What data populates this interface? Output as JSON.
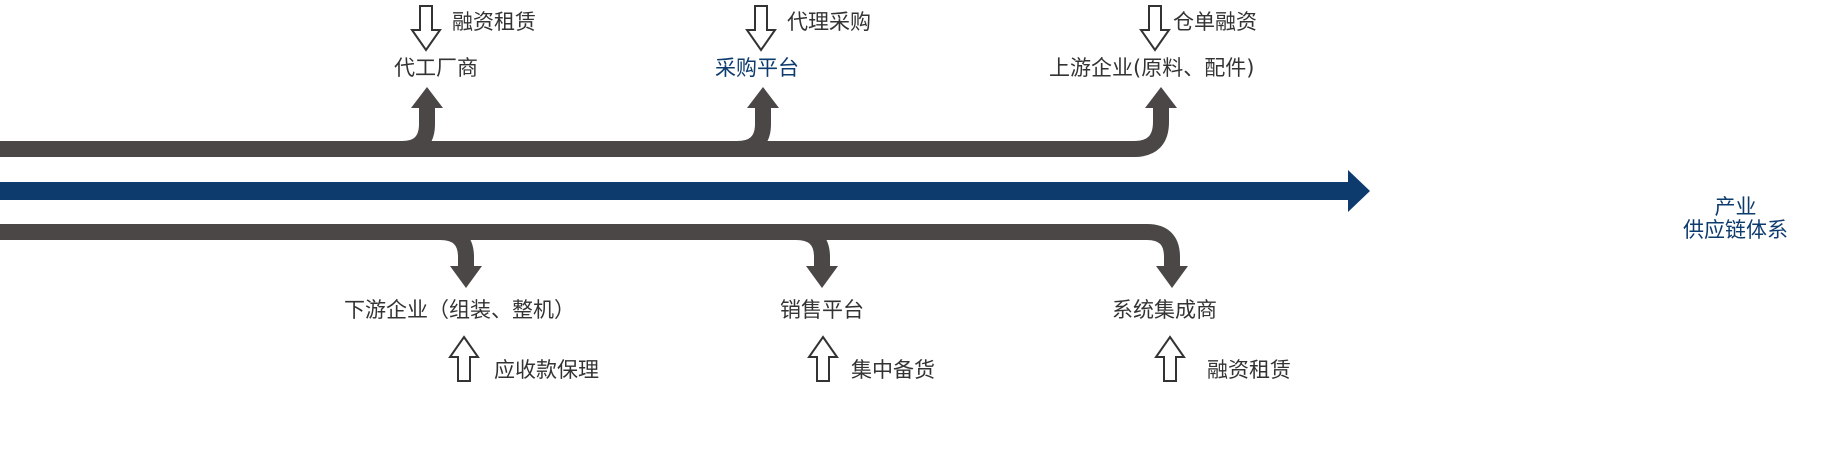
{
  "axis_label": {
    "line1": "产业",
    "line2": "供应链体系"
  },
  "upper": [
    {
      "node": "代工厂商",
      "service": "融资租赁",
      "highlight": false
    },
    {
      "node": "采购平台",
      "service": "代理采购",
      "highlight": true
    },
    {
      "node": "上游企业(原料、配件)",
      "service": "仓单融资",
      "highlight": false
    }
  ],
  "lower": [
    {
      "node": "下游企业（组装、整机）",
      "service": "应收款保理"
    },
    {
      "node": "销售平台",
      "service": "集中备货"
    },
    {
      "node": "系统集成商",
      "service": "融资租赁"
    }
  ],
  "colors": {
    "flow": "#4a4746",
    "axis": "#0d3b6e",
    "outline": "#333333",
    "text": "#333333"
  }
}
